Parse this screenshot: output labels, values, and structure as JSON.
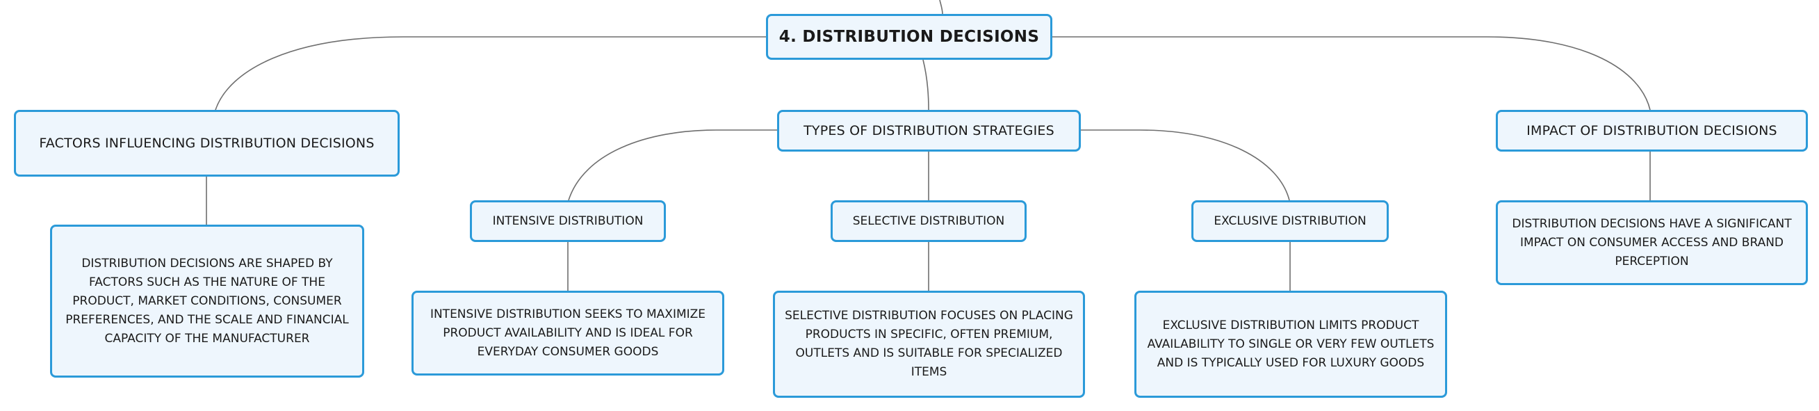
{
  "root": {
    "label": "4. DISTRIBUTION DECISIONS"
  },
  "factors": {
    "label": "FACTORS INFLUENCING DISTRIBUTION DECISIONS",
    "detail": "DISTRIBUTION DECISIONS ARE SHAPED BY FACTORS SUCH AS THE NATURE OF THE PRODUCT, MARKET CONDITIONS, CONSUMER PREFERENCES, AND THE SCALE AND FINANCIAL CAPACITY OF THE MANUFACTURER"
  },
  "types": {
    "label": "TYPES OF DISTRIBUTION STRATEGIES",
    "intensive": {
      "label": "INTENSIVE DISTRIBUTION",
      "detail": "INTENSIVE DISTRIBUTION SEEKS TO MAXIMIZE PRODUCT AVAILABILITY AND IS IDEAL FOR EVERYDAY CONSUMER GOODS"
    },
    "selective": {
      "label": "SELECTIVE DISTRIBUTION",
      "detail": "SELECTIVE DISTRIBUTION FOCUSES ON PLACING PRODUCTS IN SPECIFIC, OFTEN PREMIUM, OUTLETS AND IS SUITABLE FOR SPECIALIZED ITEMS"
    },
    "exclusive": {
      "label": "EXCLUSIVE DISTRIBUTION",
      "detail": "EXCLUSIVE DISTRIBUTION LIMITS PRODUCT AVAILABILITY TO SINGLE OR VERY FEW OUTLETS AND IS TYPICALLY USED FOR LUXURY GOODS"
    }
  },
  "impact": {
    "label": "IMPACT OF DISTRIBUTION DECISIONS",
    "detail": "DISTRIBUTION DECISIONS HAVE A SIGNIFICANT IMPACT ON CONSUMER ACCESS AND BRAND PERCEPTION"
  },
  "colors": {
    "node_border": "#2b9ad9",
    "node_fill": "#eef6fd",
    "connector": "#6e6e6e",
    "text": "#1a1a1a"
  }
}
